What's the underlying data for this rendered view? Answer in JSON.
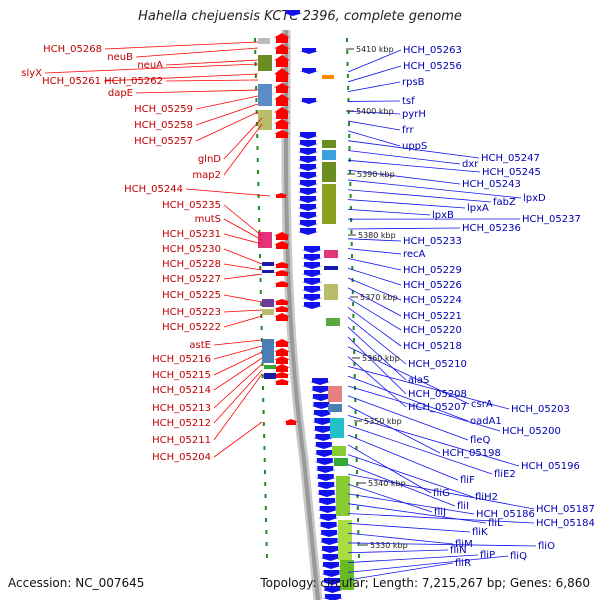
{
  "title": "Hahella chejuensis KCTC 2396, complete genome",
  "footer": {
    "accession": "Accession: NC_007645",
    "summary": "Topology: circular; Length: 7,215,267 bp; Genes: 6,860"
  },
  "colors": {
    "left_strand_arrow": "#ff0000",
    "right_strand_arrow": "#1111ee",
    "left_label": "#c00000",
    "right_label": "#0000b0",
    "backbone": "#999999",
    "tick": "#228822"
  },
  "left_labels": [
    "HCH_05268",
    "neuB",
    "neuA",
    "slyX",
    "HCH_05261",
    "HCH_05262",
    "dapE",
    "HCH_05259",
    "HCH_05258",
    "HCH_05257",
    "glnD",
    "map2",
    "HCH_05244",
    "HCH_05235",
    "mutS",
    "HCH_05231",
    "HCH_05230",
    "HCH_05228",
    "HCH_05227",
    "HCH_05225",
    "HCH_05223",
    "HCH_05222",
    "astE",
    "HCH_05216",
    "HCH_05215",
    "HCH_05214",
    "HCH_05213",
    "HCH_05212",
    "HCH_05211",
    "HCH_05204"
  ],
  "right_labels": [
    "HCH_05263",
    "HCH_05256",
    "rpsB",
    "tsf",
    "pyrH",
    "frr",
    "uppS",
    "HCH_05247",
    "dxr",
    "HCH_05245",
    "HCH_05243",
    "lpxD",
    "fabZ",
    "lpxA",
    "lpxB",
    "HCH_05237",
    "HCH_05236",
    "HCH_05233",
    "recA",
    "HCH_05229",
    "HCH_05226",
    "HCH_05224",
    "HCH_05221",
    "HCH_05220",
    "HCH_05218",
    "HCH_05210",
    "alaS",
    "HCH_05208",
    "csrA",
    "HCH_05207",
    "HCH_05203",
    "oadA1",
    "HCH_05200",
    "fleQ",
    "HCH_05198",
    "HCH_05196",
    "fliE2",
    "fliF",
    "fliG",
    "fliH2",
    "fliI",
    "HCH_05187",
    "fliJ",
    "HCH_05186",
    "fliL",
    "HCH_05184",
    "fliK",
    "fliM",
    "fliO",
    "fliN",
    "fliP",
    "fliQ",
    "fliR"
  ],
  "kbp_labels": [
    "5410 kbp",
    "5400 kbp",
    "5390 kbp",
    "5380 kbp",
    "5370 kbp",
    "5360 kbp",
    "5350 kbp",
    "5340 kbp",
    "5330 kbp"
  ]
}
